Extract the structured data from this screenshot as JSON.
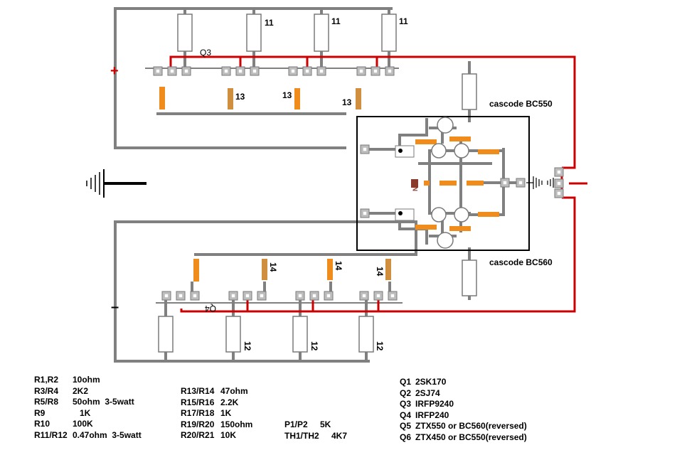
{
  "diagram": {
    "title_labels": {
      "cascode_top": "cascode BC550",
      "cascode_bottom": "cascode BC560",
      "q3": "Q3",
      "q4": "Q4",
      "plus": "+",
      "minus": "–",
      "ni": "NI"
    },
    "resistor_numbers": {
      "top": [
        "11",
        "11",
        "11"
      ],
      "top_mid": [
        "13",
        "13",
        "13"
      ],
      "bottom_mid": [
        "14",
        "14",
        "14"
      ],
      "bottom": [
        "12",
        "12",
        "12"
      ]
    },
    "colors": {
      "trace_grey": "#808080",
      "trace_red": "#cc0000",
      "orange": "#f08c1c",
      "tan": "#cf8f3e",
      "ground": "#000000"
    }
  },
  "legend": {
    "col1": [
      [
        "R1,R2",
        "10ohm"
      ],
      [
        "R3/R4",
        "2K2"
      ],
      [
        "R5/R8",
        "50ohm  3-5watt"
      ],
      [
        "R9",
        "1K"
      ],
      [
        "R10",
        "100K"
      ],
      [
        "R11/R12",
        "0.47ohm  3-5watt"
      ]
    ],
    "col2": [
      [
        "R13/R14",
        "47ohm"
      ],
      [
        "R15/R16",
        "2.2K"
      ],
      [
        "R17/R18",
        "1K"
      ],
      [
        "R19/R20",
        "150ohm"
      ],
      [
        "R20/R21",
        "10K"
      ]
    ],
    "col3": [
      [
        "P1/P2",
        "5K"
      ],
      [
        "TH1/TH2",
        "4K7"
      ]
    ],
    "col4": [
      [
        "Q1",
        "2SK170"
      ],
      [
        "Q2",
        "2SJ74"
      ],
      [
        "Q3",
        "IRFP9240"
      ],
      [
        "Q4",
        "IRFP240"
      ],
      [
        "Q5",
        "ZTX550 or BC560(reversed)"
      ],
      [
        "Q6",
        "ZTX450 or BC550(reversed)"
      ]
    ]
  }
}
